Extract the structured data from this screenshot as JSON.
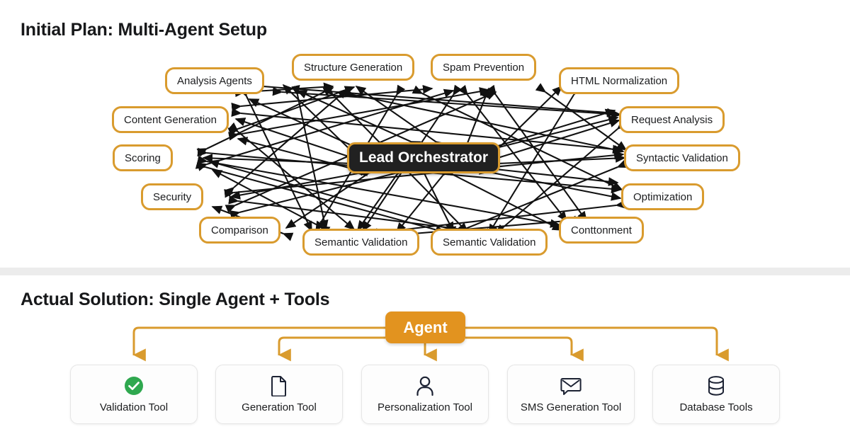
{
  "top_section": {
    "title": "Initial Plan: Multi-Agent Setup",
    "hub": {
      "label": "Lead Orchestrator"
    },
    "agents": [
      {
        "label": "Analysis Agents"
      },
      {
        "label": "Structure Generation"
      },
      {
        "label": "Spam Prevention"
      },
      {
        "label": "HTML Normalization"
      },
      {
        "label": "Content Generation"
      },
      {
        "label": "Request Analysis"
      },
      {
        "label": "Scoring"
      },
      {
        "label": "Syntactic Validation"
      },
      {
        "label": "Security"
      },
      {
        "label": "Optimization"
      },
      {
        "label": "Comparison"
      },
      {
        "label": "Semantic Validation"
      },
      {
        "label": "Semantic Validation"
      },
      {
        "label": "Conttonment"
      }
    ]
  },
  "bottom_section": {
    "title": "Actual Solution: Single Agent + Tools",
    "agent": {
      "label": "Agent"
    },
    "tools": [
      {
        "label": "Validation Tool",
        "icon": "check-circle-icon"
      },
      {
        "label": "Generation Tool",
        "icon": "document-icon"
      },
      {
        "label": "Personalization Tool",
        "icon": "person-icon"
      },
      {
        "label": "SMS Generation Tool",
        "icon": "message-envelope-icon"
      },
      {
        "label": "Database Tools",
        "icon": "database-cylinder-icon"
      }
    ]
  },
  "colors": {
    "accent_orange": "#D99B2E",
    "agent_orange": "#E2931F",
    "hub_dark": "#212121",
    "success_green": "#2FA84F",
    "divider_gray": "#ececec",
    "edge_black": "#111111"
  }
}
